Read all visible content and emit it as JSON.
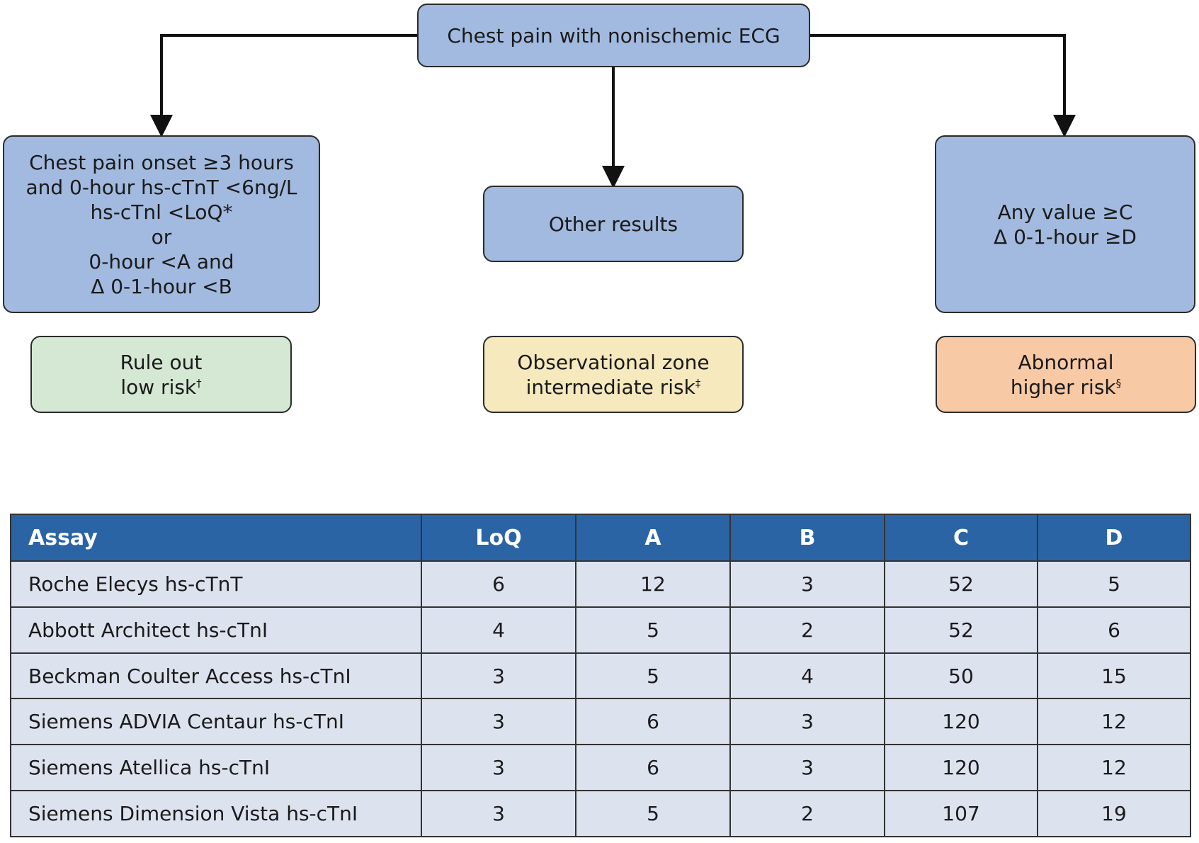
{
  "flowchart": {
    "root": "Chest pain with nonischemic ECG",
    "rule_out_criteria": [
      "Chest pain onset ≥3 hours",
      "and 0-hour hs-cTnT <6ng/L",
      "hs-cTnl <LoQ*",
      "or",
      "0-hour <A and",
      "Δ 0-1-hour <B"
    ],
    "other_results": "Other results",
    "abnormal_criteria": [
      "Any value ≥C",
      "Δ 0-1-hour ≥D"
    ],
    "outcomes": {
      "rule_out": {
        "line1": "Rule out",
        "line2": "low risk",
        "mark": "†",
        "color": "#d5e8d4"
      },
      "observational": {
        "line1": "Observational zone",
        "line2": "intermediate risk",
        "mark": "‡",
        "color": "#f5e9bd"
      },
      "abnormal": {
        "line1": "Abnormal",
        "line2": "higher risk",
        "mark": "§",
        "color": "#f8c9a5"
      }
    },
    "node_color": "#a2badf"
  },
  "table": {
    "header_color": "#2a64a5",
    "row_color": "#dde2ef",
    "headers": [
      "Assay",
      "LoQ",
      "A",
      "B",
      "C",
      "D"
    ],
    "rows": [
      [
        "Roche Elecys hs-cTnT",
        "6",
        "12",
        "3",
        "52",
        "5"
      ],
      [
        "Abbott Architect hs-cTnI",
        "4",
        "5",
        "2",
        "52",
        "6"
      ],
      [
        "Beckman Coulter Access hs-cTnI",
        "3",
        "5",
        "4",
        "50",
        "15"
      ],
      [
        "Siemens  ADVIA Centaur hs-cTnI",
        "3",
        "6",
        "3",
        "120",
        "12"
      ],
      [
        "Siemens  Atellica hs-cTnI",
        "3",
        "6",
        "3",
        "120",
        "12"
      ],
      [
        "Siemens  Dimension Vista hs-cTnI",
        "3",
        "5",
        "2",
        "107",
        "19"
      ]
    ]
  }
}
